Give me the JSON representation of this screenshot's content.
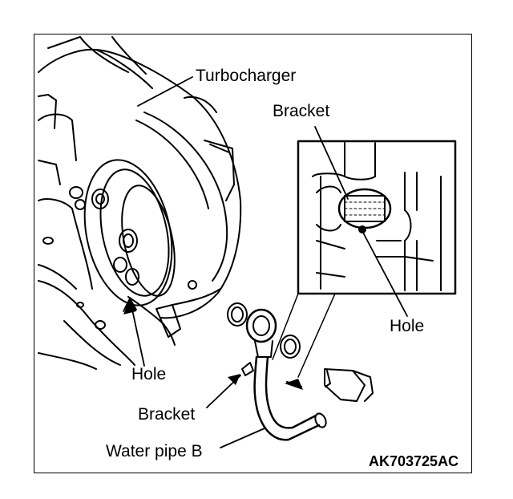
{
  "labels": {
    "turbocharger": "Turbocharger",
    "bracket_inset": "Bracket",
    "hole_inset": "Hole",
    "hole_main": "Hole",
    "bracket_main": "Bracket",
    "water_pipe": "Water pipe B"
  },
  "figure_code": "AK703725AC",
  "colors": {
    "line": "#000000",
    "background": "#ffffff"
  }
}
